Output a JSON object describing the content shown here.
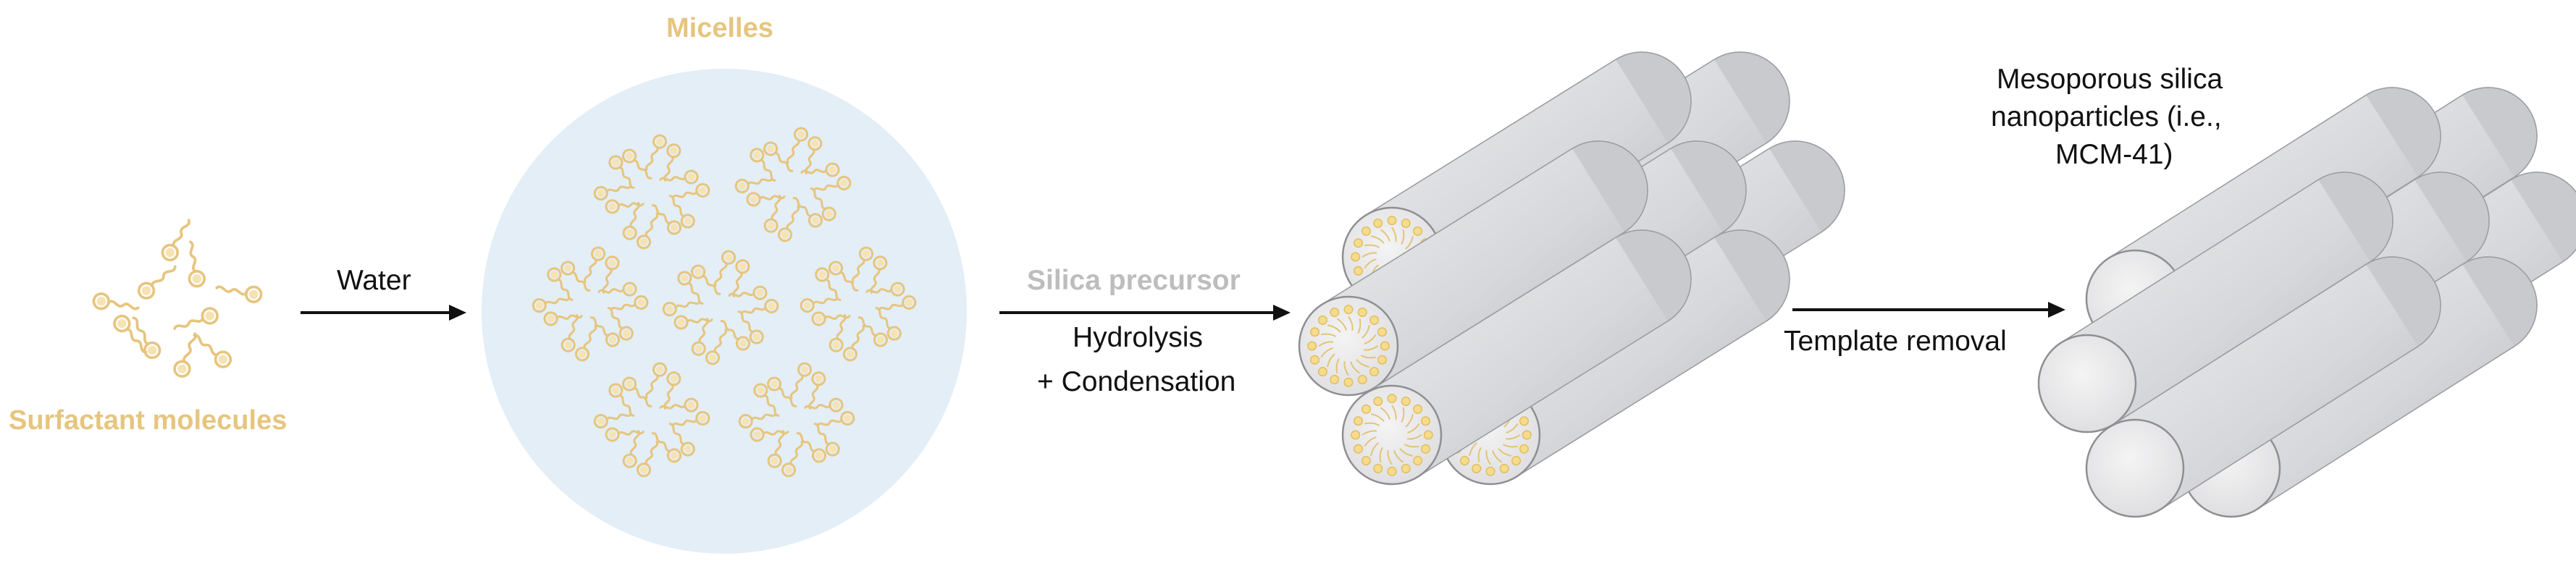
{
  "labels": {
    "micelles": "Micelles",
    "surfactant": "Surfactant molecules",
    "water": "Water",
    "silica_precursor": "Silica precursor",
    "hydrolysis": "Hydrolysis",
    "condensation": "+ Condensation",
    "template_removal": "Template removal",
    "product_line1": "Mesoporous silica",
    "product_line2": "nanoparticles (i.e.,",
    "product_line3": "MCM-41)"
  },
  "colors": {
    "gold": "#e6c57f",
    "grey_text": "#bdbdbd",
    "micelle_bg": "#e3eef7",
    "rod_fill": "#dcdde0",
    "arrow": "#111111"
  }
}
